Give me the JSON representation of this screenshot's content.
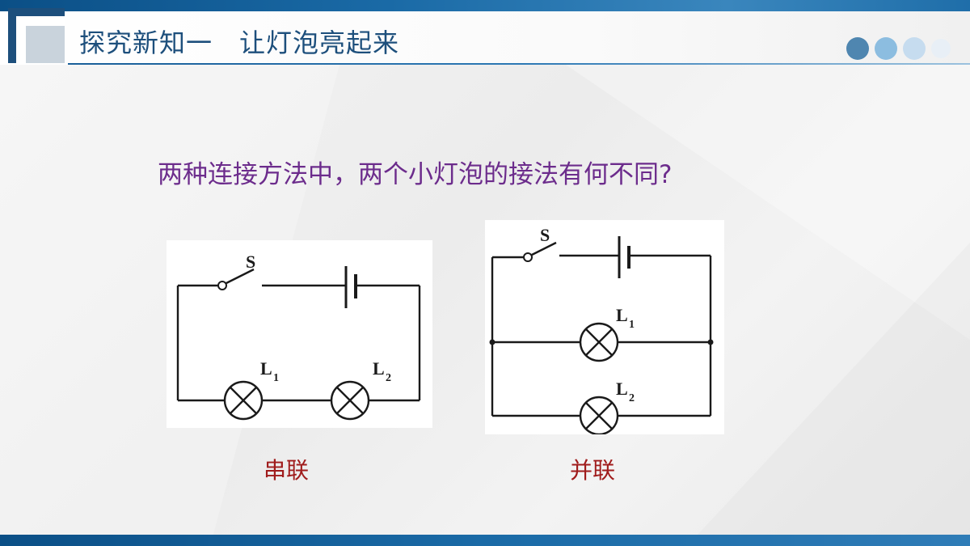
{
  "header": {
    "title": "探究新知一　让灯泡亮起来"
  },
  "question": "两种连接方法中，两个小灯泡的接法有何不同?",
  "circuits": {
    "series": {
      "switch_label": "S",
      "lamp1": {
        "letter": "L",
        "sub": "1"
      },
      "lamp2": {
        "letter": "L",
        "sub": "2"
      },
      "caption": "串联"
    },
    "parallel": {
      "switch_label": "S",
      "lamp1": {
        "letter": "L",
        "sub": "1"
      },
      "lamp2": {
        "letter": "L",
        "sub": "2"
      },
      "caption": "并联"
    }
  },
  "colors": {
    "header_blue": "#1d4f7c",
    "question_purple": "#6c2c8c",
    "caption_red": "#a01c1c",
    "bar_blue": "#1a6aa6",
    "dot_colors": [
      "#4f86b0",
      "#8cbde0",
      "#c6dcef",
      "#e8eff6"
    ]
  }
}
